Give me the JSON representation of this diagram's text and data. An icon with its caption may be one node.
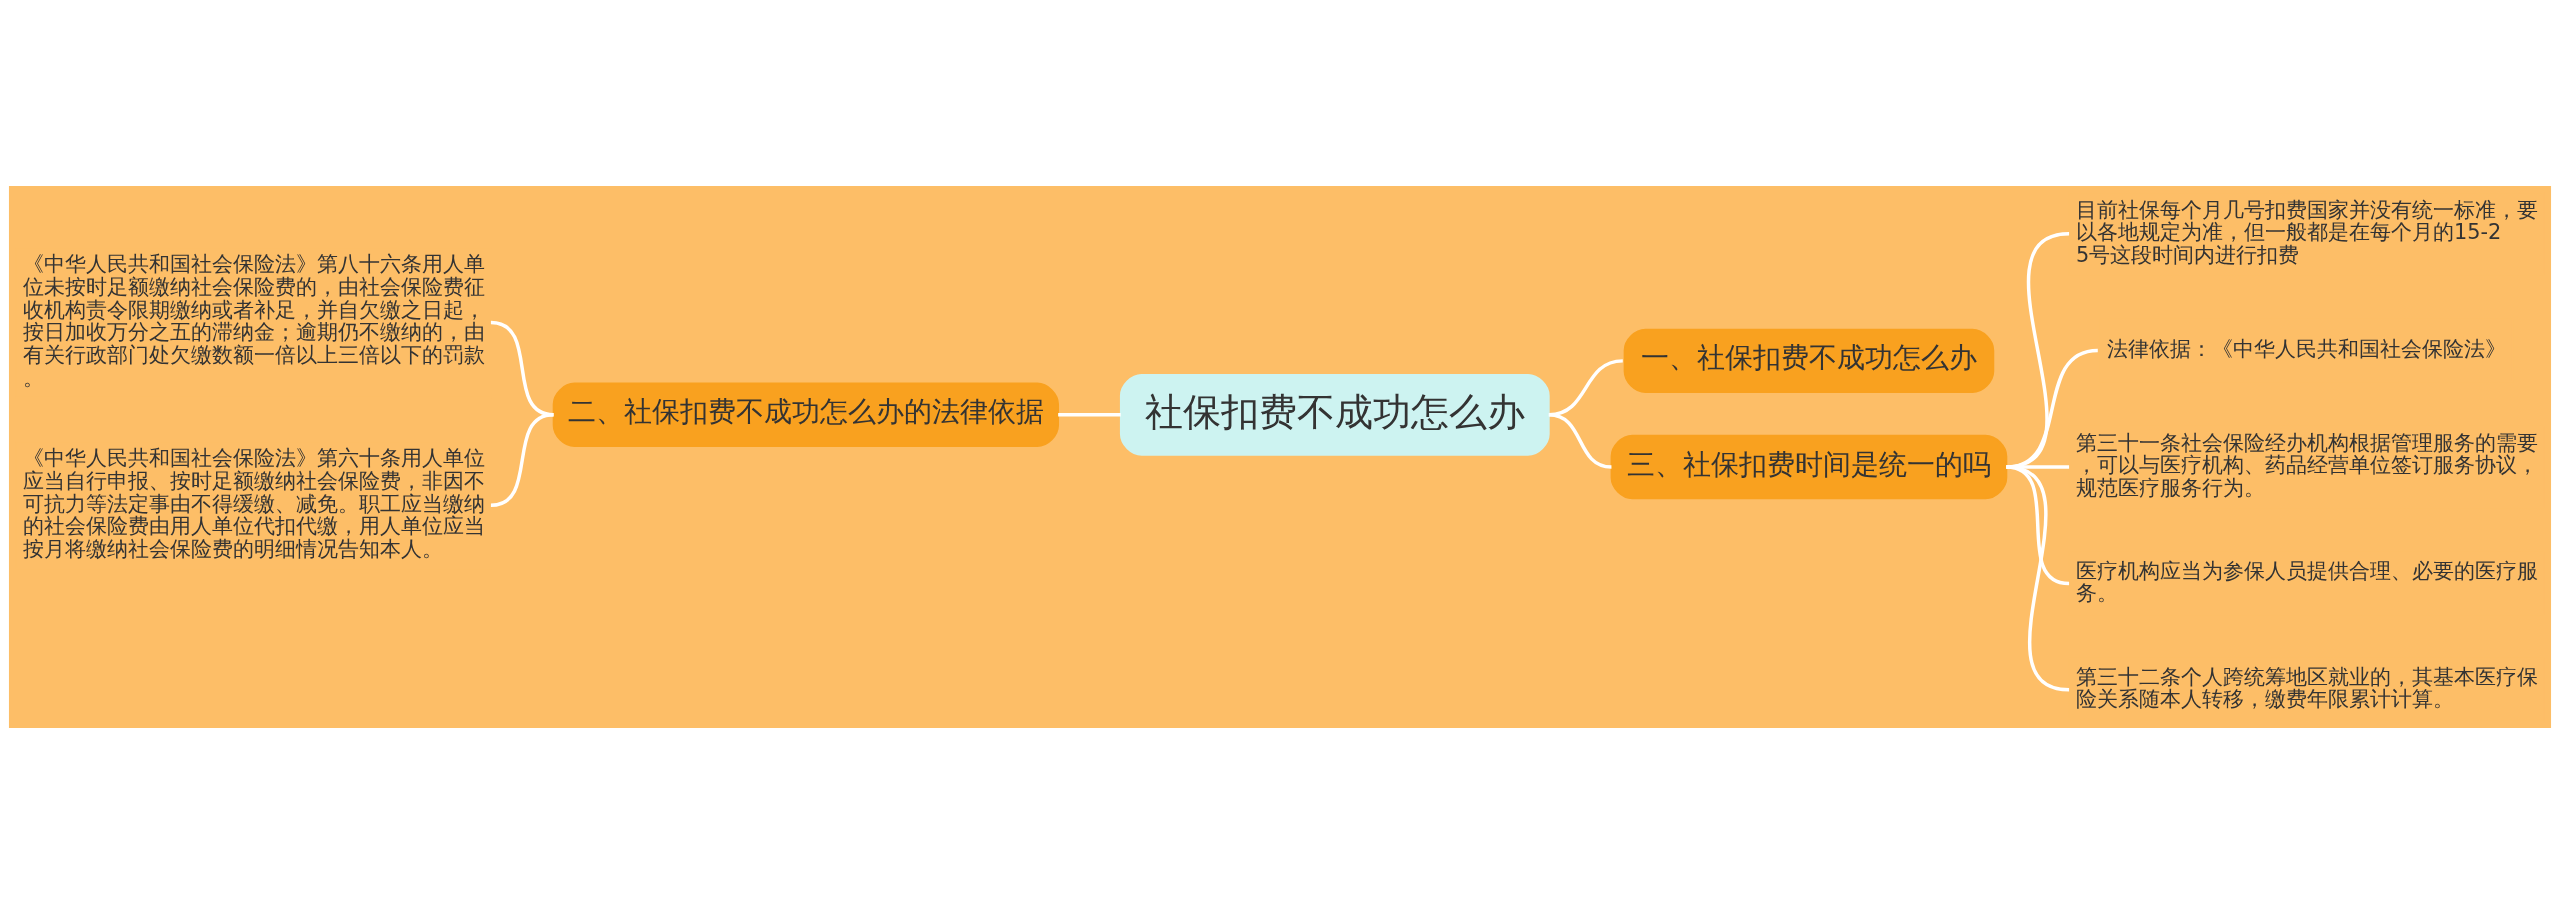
{
  "diagram": {
    "nodes": [
      {
        "text": [
          "社保扣费不成功怎么办"
        ]
      },
      {
        "text": [
          "一、社保扣费不成功怎么办"
        ]
      },
      {
        "text": [
          "二、社保扣费不成功怎么办的法律依据"
        ]
      },
      {
        "text": [
          "《中华人民共和国社会保险法》第八十六条用人单位未按时足额缴纳社会保险费的，由社会保险费征收机构责令限期缴纳或者补足，并自欠缴之日起，按日加收万分之五的滞纳金；逾期仍不缴纳的，由有关行政部门处欠缴数额一倍以上三倍以下的罚款。"
        ]
      },
      {
        "text": [
          "《中华人民共和国社会保险法》第六十条用人单位应当自行申报、按时足额缴纳社会保险费，非因不可抗力等法定事由不得缓缴、减免。职工应当缴纳的社会保险费由用人单位代扣代缴，用人单位应当按月将缴纳社会保险费的明细情况告知本人。"
        ]
      },
      {
        "text": [
          "三、社保扣费时间是统一的吗"
        ]
      },
      {
        "text": [
          "目前社保每个月几号扣费国家并没有统一标准，要以各地规定为准，但一般都是在每个月的15-25号这段时间内进行扣费"
        ]
      },
      {
        "text": [
          "法律依据：《中华人民共和国社会保险法》"
        ]
      },
      {
        "text": [
          "第三十一条社会保险经办机构根据管理服务的需要，可以与医疗机构、药品经营单位签订服务协议，规范医疗服务行为。"
        ]
      },
      {
        "text": [
          "医疗机构应当为参保人员提供合理、必要的医疗服务。"
        ]
      },
      {
        "text": [
          "第三十二条个人跨统筹地区就业的，其基本医疗保险关系随本人转移，缴费年限累计计算。"
        ]
      }
    ],
    "edges": [
      {
        "from": 0,
        "to": 1,
        "arrow": "none"
      },
      {
        "from": 0,
        "to": 2,
        "arrow": "none"
      },
      {
        "from": 2,
        "to": 3,
        "arrow": "none"
      },
      {
        "from": 2,
        "to": 4,
        "arrow": "none"
      },
      {
        "from": 0,
        "to": 5,
        "arrow": "none"
      },
      {
        "from": 5,
        "to": 6,
        "arrow": "none"
      },
      {
        "from": 5,
        "to": 7,
        "arrow": "none"
      },
      {
        "from": 5,
        "to": 8,
        "arrow": "none"
      },
      {
        "from": 5,
        "to": 9,
        "arrow": "none"
      },
      {
        "from": 5,
        "to": 10,
        "arrow": "none"
      }
    ]
  }
}
